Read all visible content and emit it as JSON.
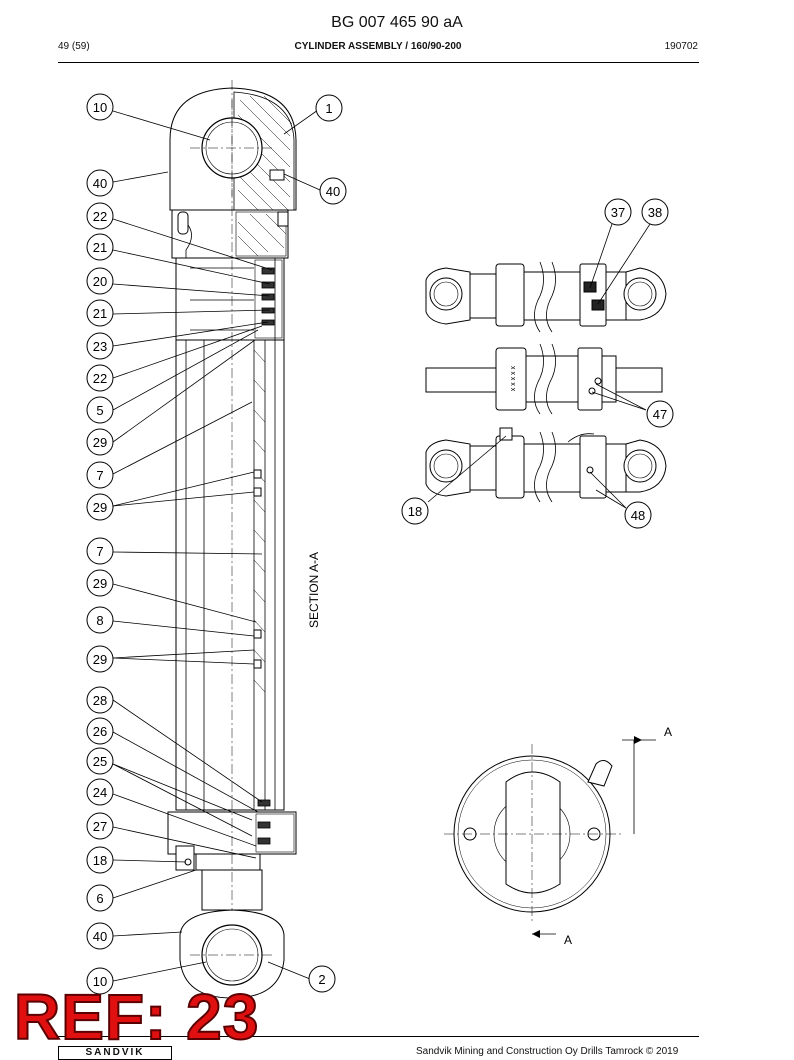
{
  "header": {
    "doc_id": "BG 007 465 90 aA",
    "page": "49 (59)",
    "title": "CYLINDER ASSEMBLY / 160/90-200",
    "date": "190702"
  },
  "drawing": {
    "section_label": "SECTION A-A",
    "view_marker": "A",
    "stamp_marks": "x x x x x",
    "left_balloons": [
      "10",
      "40",
      "22",
      "21",
      "20",
      "21",
      "23",
      "22",
      "5",
      "29",
      "7",
      "29",
      "7",
      "29",
      "8",
      "29",
      "28",
      "26",
      "25",
      "24",
      "27",
      "18",
      "6",
      "40",
      "10"
    ],
    "right_balloons": [
      "1",
      "40",
      "2"
    ],
    "detail_balloons": [
      "37",
      "38",
      "47",
      "18",
      "48"
    ]
  },
  "footer": {
    "text": "Sandvik Mining and Construction Oy Drills Tamrock © 2019",
    "logo": "SANDVIK"
  },
  "stamp": {
    "ref": "REF: 23"
  }
}
